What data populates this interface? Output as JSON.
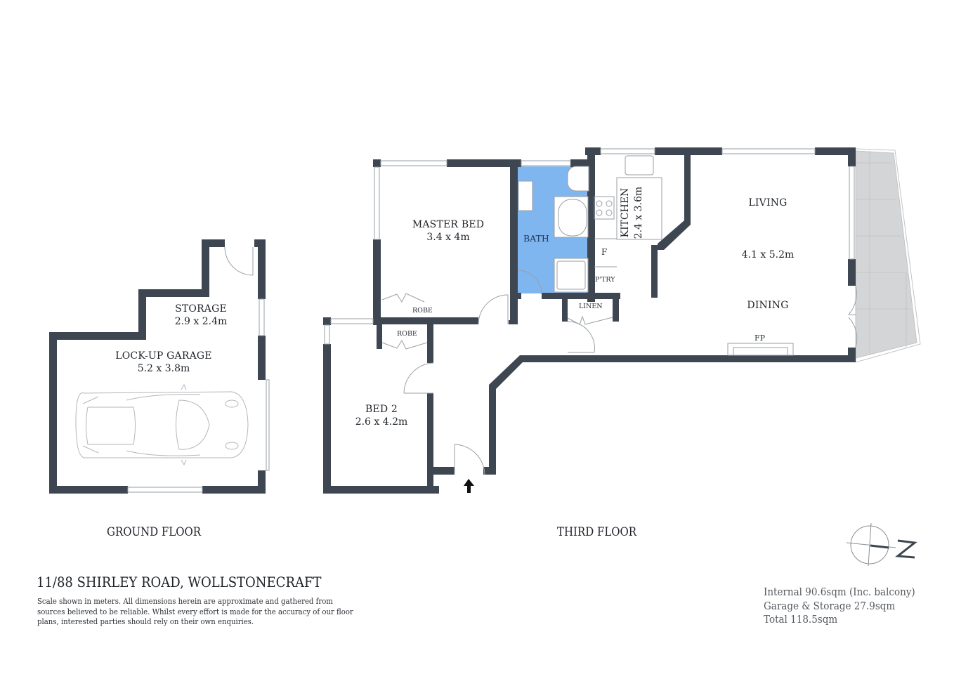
{
  "property": {
    "address": "11/88 SHIRLEY ROAD, WOLLSTONECRAFT",
    "disclaimer": "Scale shown in meters. All dimensions herein are approximate and gathered from sources believed to be  reliable. Whilst every effort is made for the accuracy of our floor plans, interested parties should rely on their own enquiries."
  },
  "floors": {
    "ground": {
      "label": "GROUND FLOOR",
      "rooms": [
        {
          "name": "STORAGE",
          "dim": "2.9 x 2.4m"
        },
        {
          "name": "LOCK-UP GARAGE",
          "dim": "5.2 x 3.8m"
        }
      ]
    },
    "third": {
      "label": "THIRD FLOOR",
      "rooms": [
        {
          "name": "MASTER BED",
          "dim": "3.4 x 4m"
        },
        {
          "name": "BATH",
          "dim": ""
        },
        {
          "name": "KITCHEN",
          "dim": "2.4 x 3.6m"
        },
        {
          "name": "LIVING",
          "dim": "4.1 x 5.2m"
        },
        {
          "name": "DINING",
          "dim": ""
        },
        {
          "name": "BED 2",
          "dim": "2.6 x 4.2m"
        }
      ],
      "fixtures": {
        "robe_master": "ROBE",
        "robe_bed2": "ROBE",
        "linen": "LINEN",
        "fridge": "F",
        "pantry": "P'TRY",
        "fireplace": "FP"
      }
    }
  },
  "areas": {
    "internal": "Internal 90.6sqm (Inc. balcony)",
    "garage_storage": "Garage & Storage 27.9sqm",
    "total": "Total 118.5sqm"
  },
  "compass": {
    "label": "N"
  },
  "colors": {
    "wall": "#3d4651",
    "bath_fill": "#7fb6ef",
    "balcony_fill": "#d4d5d6",
    "line": "#9a9fa5"
  }
}
